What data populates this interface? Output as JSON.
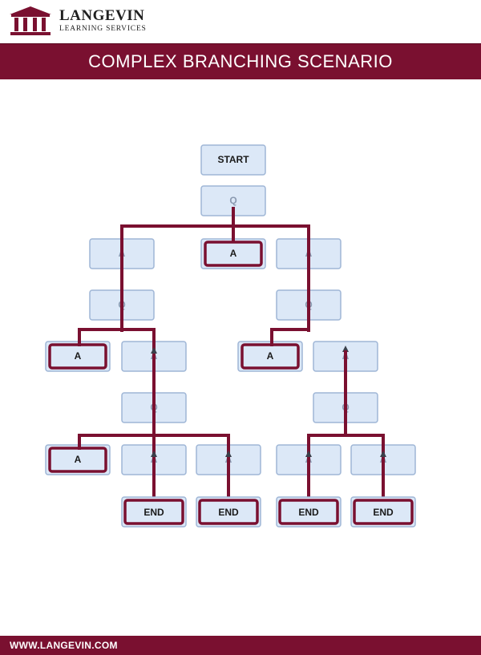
{
  "brand": {
    "name": "LANGEVIN",
    "subtitle": "LEARNING SERVICES"
  },
  "title": "COMPLEX BRANCHING SCENARIO",
  "footer": {
    "url": "WWW.LANGEVIN.COM"
  },
  "colors": {
    "brand": "#7a1030",
    "box_fill": "#dce8f7",
    "box_border": "#9fb6d6",
    "path": "#7a1030"
  },
  "nodes": {
    "start": "START",
    "question": "Q",
    "answer": "A",
    "end": "END"
  }
}
